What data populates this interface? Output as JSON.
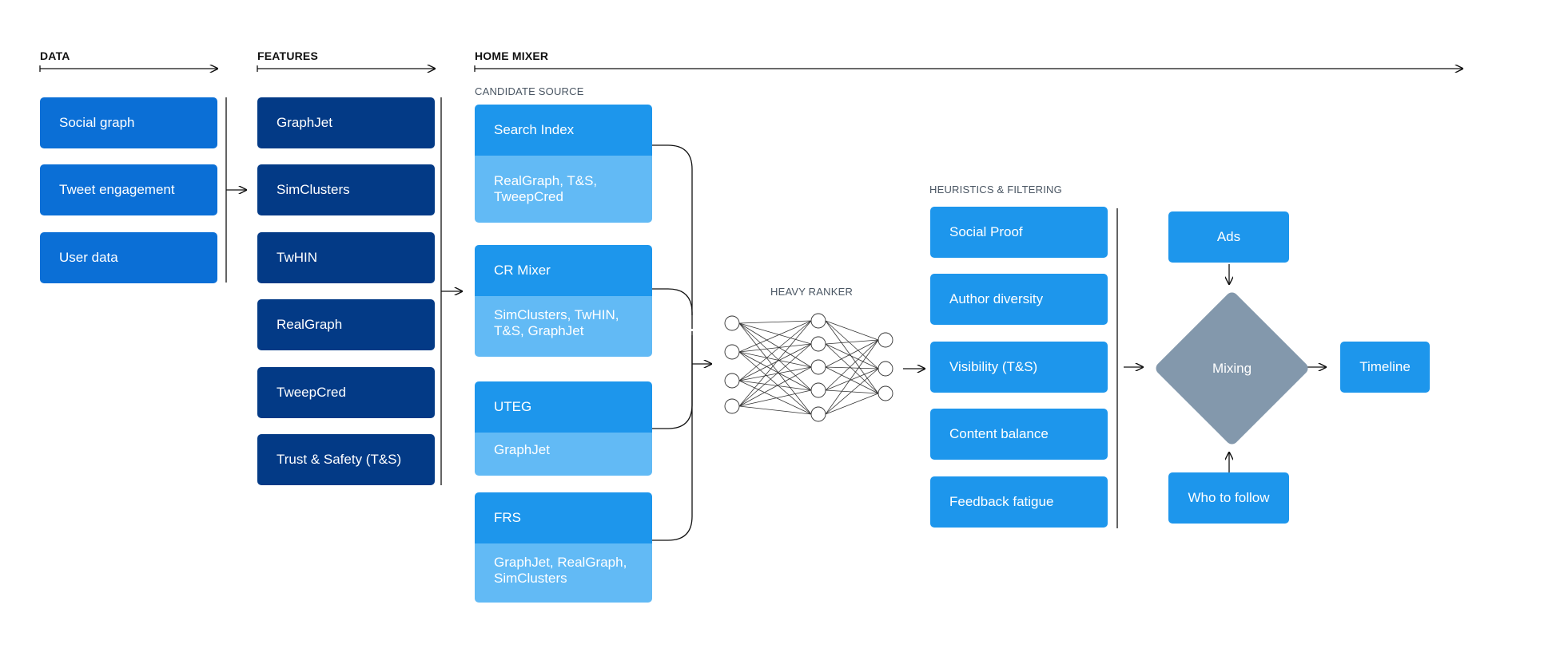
{
  "stages": {
    "data": "DATA",
    "features": "FEATURES",
    "home_mixer": "HOME MIXER"
  },
  "sections": {
    "candidate_source": "CANDIDATE SOURCE",
    "heavy_ranker": "HEAVY RANKER",
    "heuristics": "HEURISTICS & FILTERING"
  },
  "data_sources": [
    "Social graph",
    "Tweet engagement",
    "User data"
  ],
  "features": [
    "GraphJet",
    "SimClusters",
    "TwHIN",
    "RealGraph",
    "TweepCred",
    "Trust & Safety (T&S)"
  ],
  "candidate_sources": [
    {
      "name": "Search Index",
      "inputs": "RealGraph, T&S, TweepCred"
    },
    {
      "name": "CR Mixer",
      "inputs": "SimClusters, TwHIN, T&S, GraphJet"
    },
    {
      "name": "UTEG",
      "inputs": "GraphJet"
    },
    {
      "name": "FRS",
      "inputs": "GraphJet, RealGraph, SimClusters"
    }
  ],
  "heuristics": [
    "Social Proof",
    "Author diversity",
    "Visibility (T&S)",
    "Content balance",
    "Feedback fatigue"
  ],
  "mixing": {
    "ads": "Ads",
    "mixing": "Mixing",
    "who_to_follow": "Who to follow",
    "timeline": "Timeline"
  },
  "colors": {
    "data": "#0b6fd6",
    "features": "#033a86",
    "candidate_head": "#1d96ec",
    "candidate_body": "#62baf5",
    "mixing": "#8398ac"
  }
}
